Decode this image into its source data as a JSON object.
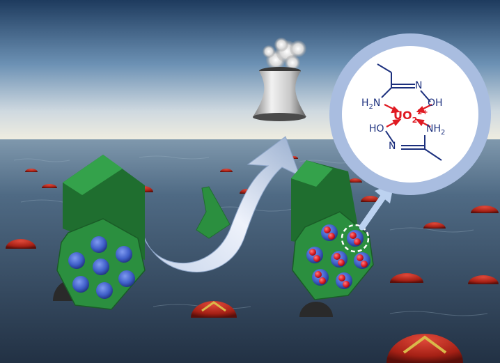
{
  "colors": {
    "sky_top": "#1c3a5c",
    "sky_mid": "#6f93b5",
    "horizon_glow": "#f2efe2",
    "sea_far": "#5d7891",
    "sea_near": "#27374a",
    "adsorbent_green": "#2b8f3f",
    "adsorbent_green_dark": "#1f6e2f",
    "pore_blue": "#3f5fc9",
    "uranium_red": "#e0202a",
    "buoy_red": "#b52818",
    "buoy_stripe": "#d9b94a",
    "arrow_light": "#dfe8f7",
    "arrow_dark": "#8ea6c9",
    "magnifier_ring": "#a9bde0",
    "chem_text_blue": "#1b2f7d",
    "chem_arrow_red": "#e01a22"
  },
  "icons": {
    "plant": "cooling-tower-icon",
    "fiber_clean": "hexagonal-fiber-icon",
    "fiber_loaded": "loaded-fiber-icon",
    "buoy": "buoy-icon",
    "magnifier": "magnifier-icon"
  },
  "chemistry": {
    "center_symbol": "UO",
    "center_subscript": "2",
    "center_charge": "2+",
    "left_amine": "H",
    "left_amine_sub": "2",
    "left_amine_end": "N",
    "top_n": "N",
    "top_oh": "OH",
    "bottom_ho": "HO",
    "bottom_n": "N",
    "bottom_amine": "NH",
    "bottom_amine_sub": "2"
  }
}
